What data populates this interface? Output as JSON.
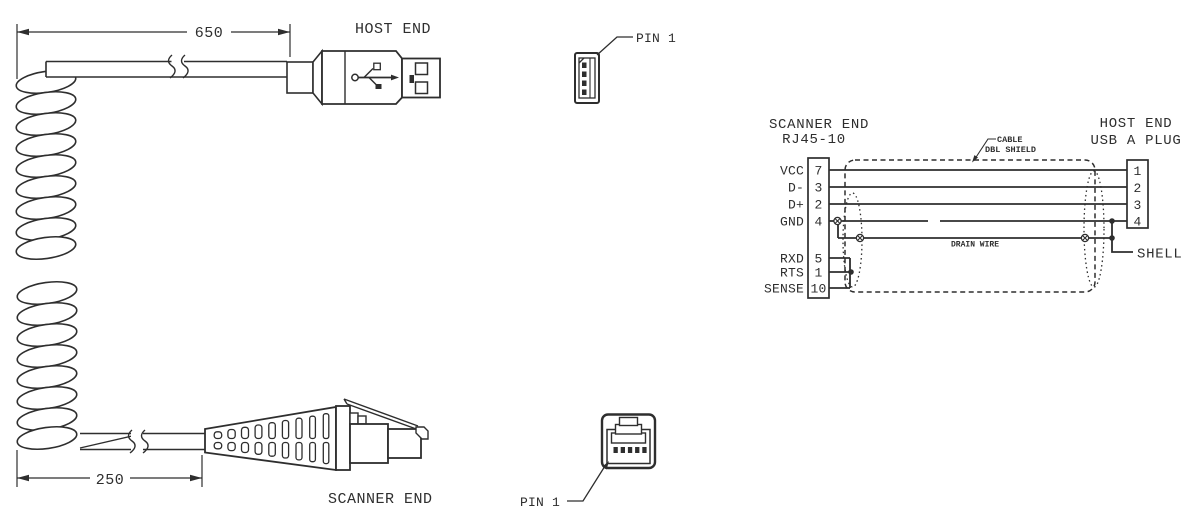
{
  "colors": {
    "line": "#2e2e2e",
    "background": "#ffffff"
  },
  "top_view": {
    "dimension": "650",
    "end_label": "HOST END",
    "pin_label": "PIN 1"
  },
  "bottom_view": {
    "dimension": "250",
    "end_label": "SCANNER END",
    "pin_label": "PIN 1"
  },
  "wiring": {
    "scanner": {
      "title_line1": "SCANNER END",
      "title_line2": "RJ45-10",
      "pins": [
        {
          "label": "VCC",
          "num": "7"
        },
        {
          "label": "D-",
          "num": "3"
        },
        {
          "label": "D+",
          "num": "2"
        },
        {
          "label": "GND",
          "num": "4"
        },
        {
          "label": "RXD",
          "num": "5"
        },
        {
          "label": "RTS",
          "num": "1"
        },
        {
          "label": "SENSE",
          "num": "10"
        }
      ]
    },
    "host": {
      "title_line1": "HOST END",
      "title_line2": "USB A PLUG",
      "pins": [
        "1",
        "2",
        "3",
        "4"
      ]
    },
    "shield_label_line1": "CABLE",
    "shield_label_line2": "DBL SHIELD",
    "drain_label": "DRAIN WIRE",
    "shell_label": "SHELL",
    "connections": [
      {
        "from": "VCC 7",
        "to": "1"
      },
      {
        "from": "D- 3",
        "to": "2"
      },
      {
        "from": "D+ 2",
        "to": "3"
      },
      {
        "from": "GND 4",
        "to": "4"
      },
      {
        "from": "DRAIN WIRE",
        "to": "SHELL"
      }
    ]
  }
}
